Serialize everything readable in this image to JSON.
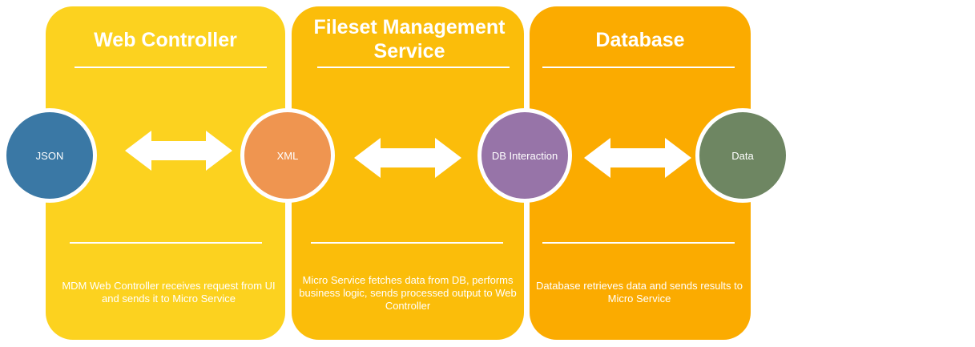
{
  "panels": [
    {
      "title": "Web Controller",
      "description": "MDM Web Controller receives request from UI and sends it to Micro Service",
      "color": "#fcd21f"
    },
    {
      "title": "Fileset Management Service",
      "description": "Micro Service fetches data from DB, performs business logic, sends processed output to Web Controller",
      "color": "#fbbd0a"
    },
    {
      "title": "Database",
      "description": "Database retrieves data and sends results to Micro Service",
      "color": "#fbab00"
    }
  ],
  "nodes": [
    {
      "label": "JSON",
      "color": "#3a78a5"
    },
    {
      "label": "XML",
      "color": "#ef9550"
    },
    {
      "label": "DB Interaction",
      "color": "#9774a8"
    },
    {
      "label": "Data",
      "color": "#6e8662"
    }
  ],
  "connectors": [
    {
      "icon": "double-arrow-icon",
      "from": "JSON",
      "to": "XML"
    },
    {
      "icon": "double-arrow-icon",
      "from": "XML",
      "to": "DB Interaction"
    },
    {
      "icon": "double-arrow-icon",
      "from": "DB Interaction",
      "to": "Data"
    }
  ]
}
